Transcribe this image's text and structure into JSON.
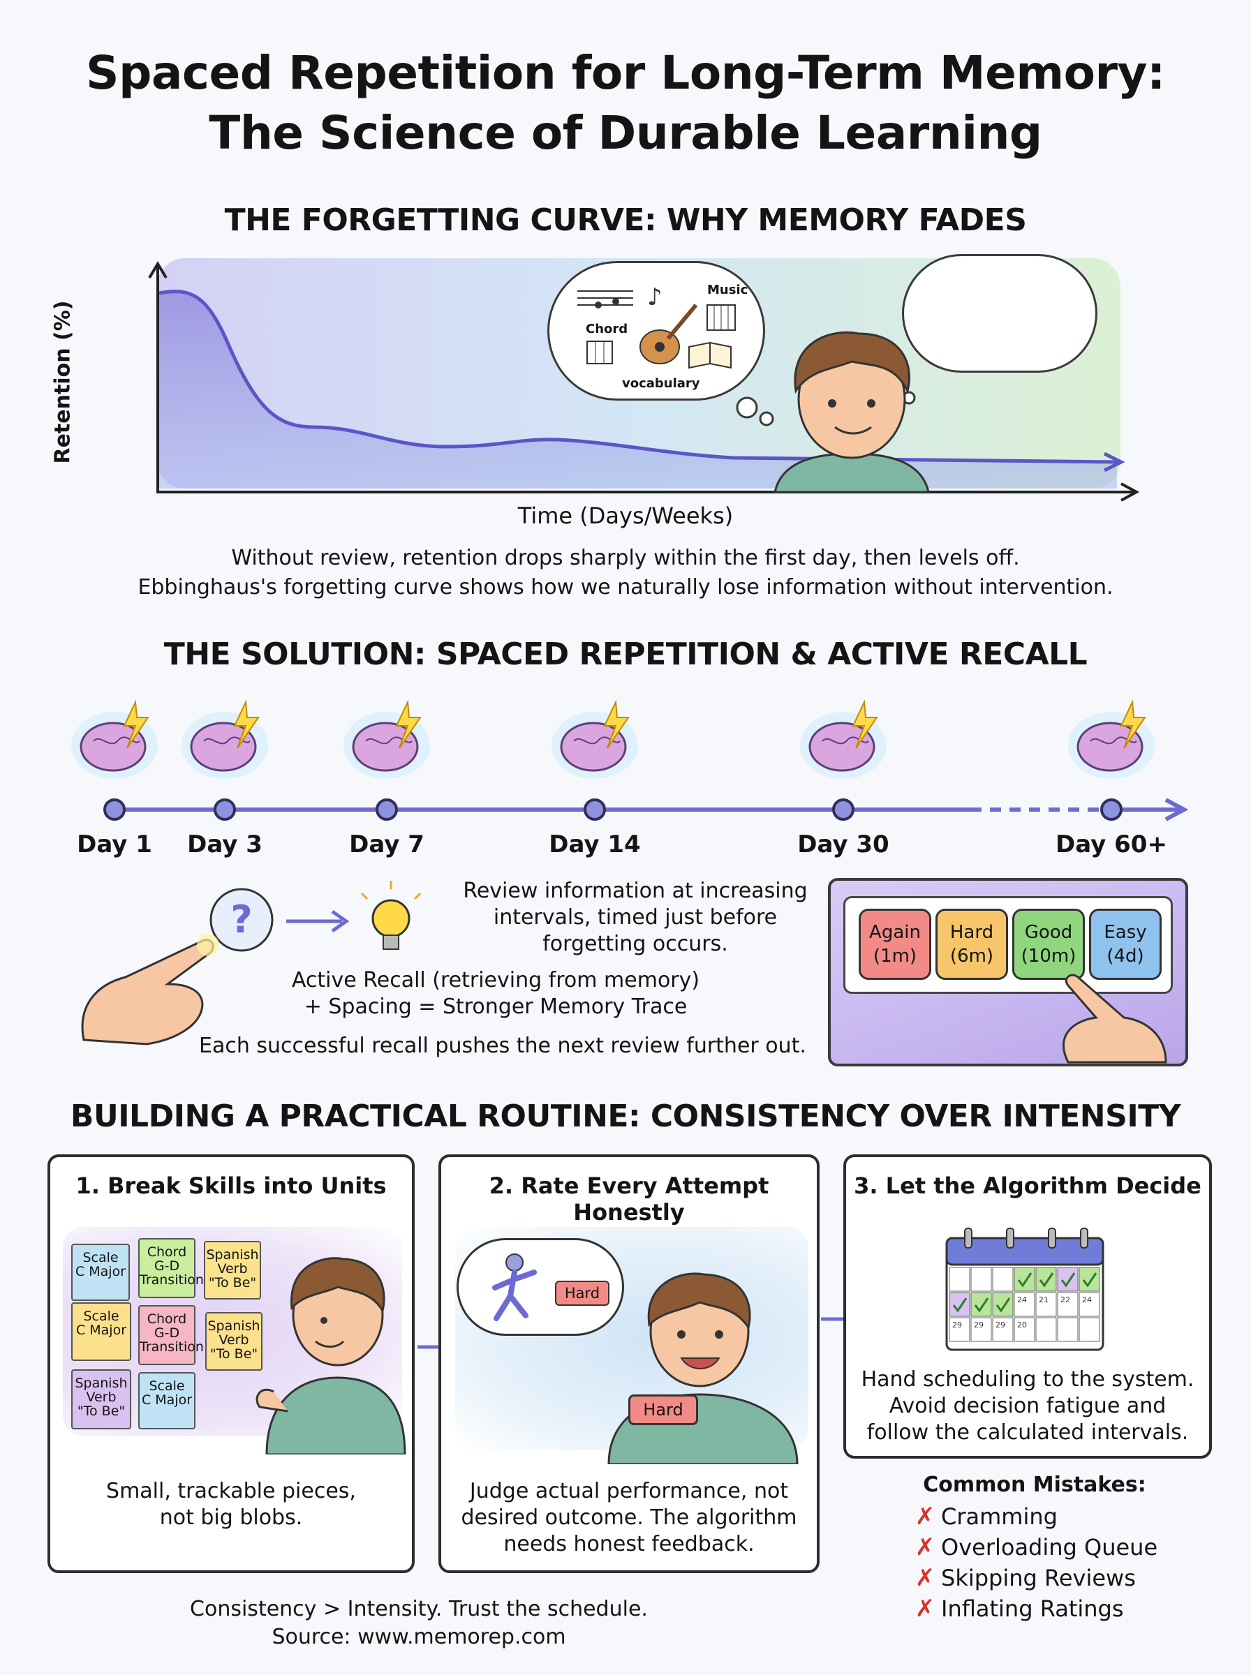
{
  "title": {
    "line1": "Spaced Repetition for Long-Term Memory:",
    "line2": "The Science of Durable Learning"
  },
  "forgetting": {
    "heading": "THE FORGETTING CURVE: WHY MEMORY FADES",
    "ylabel": "Retention (%)",
    "xlabel": "Time (Days/Weeks)",
    "bubble_labels": {
      "music": "Music",
      "chord": "Chord",
      "vocabulary": "vocabulary"
    },
    "text_line1": "Without review, retention drops sharply within the first day, then levels off.",
    "text_line2": "Ebbinghaus's forgetting curve shows how we naturally lose information without intervention."
  },
  "solution": {
    "heading": "THE SOLUTION: SPACED REPETITION & ACTIVE RECALL",
    "days": [
      "Day 1",
      "Day 3",
      "Day 7",
      "Day 14",
      "Day 30",
      "Day 60+"
    ],
    "interval_text": [
      "Review information at increasing",
      "intervals, timed just before",
      "forgetting occurs."
    ],
    "recall_text": [
      "Active Recall (retrieving from memory)",
      "+ Spacing = Stronger Memory Trace"
    ],
    "push_text": "Each successful recall pushes the next review further out.",
    "question_mark": "?",
    "ratings": [
      {
        "label": "Again",
        "time": "(1m)",
        "color": "#f28b86"
      },
      {
        "label": "Hard",
        "time": "(6m)",
        "color": "#f7c66b"
      },
      {
        "label": "Good",
        "time": "(10m)",
        "color": "#8fd67e"
      },
      {
        "label": "Easy",
        "time": "(4d)",
        "color": "#8fc3ee"
      }
    ]
  },
  "routine": {
    "heading": "BUILDING A PRACTICAL ROUTINE: CONSISTENCY OVER INTENSITY",
    "step1": {
      "title": "1. Break Skills into Units",
      "text": [
        "Small, trackable pieces,",
        "not big blobs."
      ],
      "notes": [
        {
          "text": [
            "Scale",
            "C Major"
          ],
          "color": "#bfe3f5"
        },
        {
          "text": [
            "Chord",
            "G-D",
            "Transition"
          ],
          "color": "#c9ee9e"
        },
        {
          "text": [
            "Spanish",
            "Verb",
            "\"To Be\""
          ],
          "color": "#fbe38c"
        },
        {
          "text": [
            "Scale",
            "C Major"
          ],
          "color": "#fbe08e"
        },
        {
          "text": [
            "Chord",
            "G-D",
            "Transition"
          ],
          "color": "#f6b6c4"
        },
        {
          "text": [
            "Spanish",
            "Verb",
            "\"To Be\""
          ],
          "color": "#fbe08e"
        },
        {
          "text": [
            "Spanish",
            "Verb",
            "\"To Be\""
          ],
          "color": "#d9c2ef"
        },
        {
          "text": [
            "Scale",
            "C Major"
          ],
          "color": "#bfe3f5"
        }
      ]
    },
    "step2": {
      "title": "2. Rate Every Attempt Honestly",
      "text": [
        "Judge actual performance, not",
        "desired outcome. The algorithm",
        "needs honest feedback."
      ],
      "bubble_tag": "Hard",
      "card_tag": "Hard"
    },
    "step3": {
      "title": "3. Let the Algorithm Decide",
      "text": [
        "Hand scheduling to the system.",
        "Avoid decision fatigue and",
        "follow the calculated intervals."
      ],
      "calendar_numbers": [
        "24",
        "21",
        "22",
        "24",
        "29",
        "29",
        "29",
        "20"
      ]
    },
    "mistakes": {
      "heading": "Common Mistakes:",
      "items": [
        "Cramming",
        "Overloading Queue",
        "Skipping Reviews",
        "Inflating Ratings"
      ]
    }
  },
  "footer": {
    "line1": "Consistency > Intensity. Trust the schedule.",
    "line2": "Source: www.memorep.com"
  }
}
